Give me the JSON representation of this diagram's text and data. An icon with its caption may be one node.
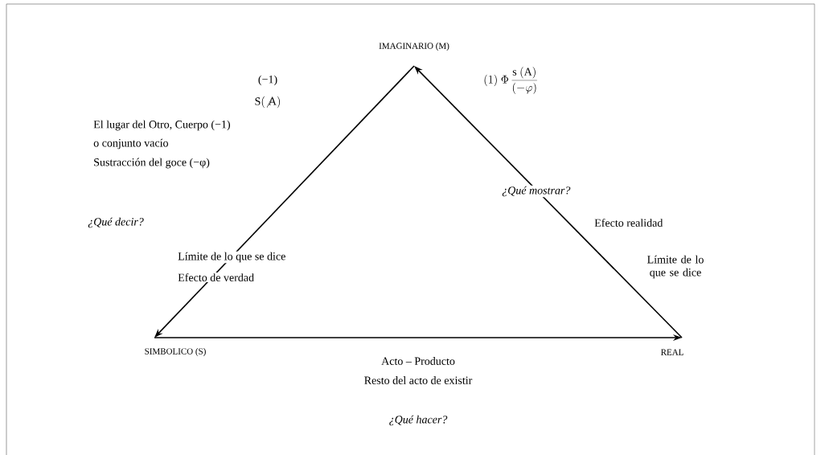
{
  "diagram": {
    "nodes": [
      {
        "text": [
          "IMAGINARIO (M)"
        ]
      },
      {
        "text": [
          "SIMBOLICO (S)"
        ]
      },
      {
        "text": [
          "REAL"
        ]
      }
    ],
    "edges": [
      {
        "from": 0,
        "to": 1,
        "arrow": "to"
      },
      {
        "from": 1,
        "to": 2,
        "arrow": "to"
      },
      {
        "from": 2,
        "to": 0,
        "arrow": "to"
      }
    ],
    "labels": [
      "(−1)",
      "\\mathrm{S}(\\not{\\mathrm{A}})",
      "(1)\\ \\Phi\\,\\frac{\\mathrm{s}\\ (\\mathrm{A})}{(-\\varphi)}",
      "El lugar del Otro, Cuerpo (−1)",
      "o conjunto vacío",
      "Sustracción del goce (−φ)",
      "¿Qué mostrar?",
      "¿Qué decir?",
      "Efecto realidad",
      "Límite de lo que se dice",
      "Límite de lo que se dice",
      "Efecto de verdad",
      "Acto – Producto",
      "Resto del acto de existir",
      "¿Qué hacer?"
    ]
  }
}
